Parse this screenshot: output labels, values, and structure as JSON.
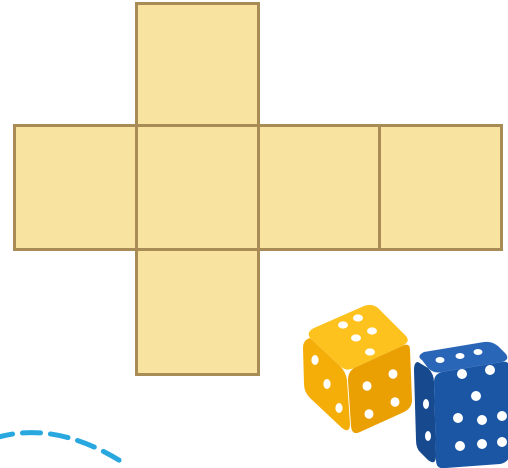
{
  "net": {
    "face_count": 6,
    "face_fill": "#f8e4a0",
    "edge_color": "#a98b55",
    "faces": [
      {
        "name": "net-face-top"
      },
      {
        "name": "net-face-left"
      },
      {
        "name": "net-face-center"
      },
      {
        "name": "net-face-right"
      },
      {
        "name": "net-face-far-right"
      },
      {
        "name": "net-face-bottom"
      }
    ]
  },
  "dice": [
    {
      "name": "yellow-die",
      "color": "#f6b713",
      "faces_visible": [
        5,
        3,
        4
      ]
    },
    {
      "name": "blue-die",
      "color": "#1b56a5",
      "faces_visible": [
        5,
        6,
        3
      ]
    }
  ],
  "decoration": {
    "name": "dashed-arc",
    "color": "#29a8e0",
    "style": "dashed"
  }
}
